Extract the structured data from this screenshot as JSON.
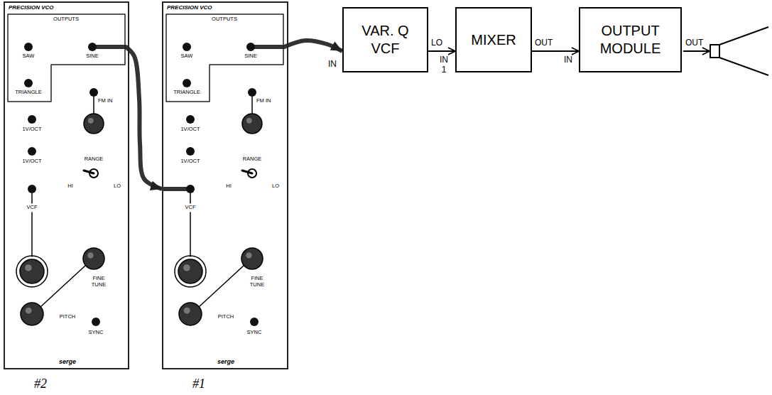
{
  "diagram": {
    "nodes": [
      {
        "text": [
          "PRECISION VCO",
          "1V/OCT",
          "1V/OCT",
          "VCF",
          "FM IN",
          "RANGE",
          "HI",
          "LO",
          "FINE TUNE",
          "PITCH",
          "SYNC",
          "serge",
          "#2"
        ]
      },
      {
        "text": [
          "OUTPUTS",
          "SAW",
          "SINE",
          "TRIANGLE"
        ],
        "in": 0
      },
      {
        "text": [
          "PRECISION VCO",
          "1V/OCT",
          "1V/OCT",
          "VCF",
          "FM IN",
          "RANGE",
          "HI",
          "LO",
          "FINE TUNE",
          "PITCH",
          "SYNC",
          "serge",
          "#1"
        ]
      },
      {
        "text": [
          "OUTPUTS",
          "SAW",
          "SINE",
          "TRIANGLE"
        ],
        "in": 2
      },
      {
        "text": [
          "VAR. Q VCF"
        ]
      },
      {
        "text": [
          "MIXER"
        ]
      },
      {
        "text": [
          "OUTPUT MODULE"
        ]
      }
    ],
    "edges": [
      {
        "from": 1,
        "to": 2,
        "arrow": "to"
      },
      {
        "from": 3,
        "to": 4,
        "arrow": "to"
      },
      {
        "from": 4,
        "to": 5,
        "arrow": "to"
      },
      {
        "from": 5,
        "to": 6,
        "arrow": "to"
      }
    ],
    "labels": [
      "IN",
      "LO",
      "IN 1",
      "OUT",
      "IN",
      "OUT"
    ]
  }
}
